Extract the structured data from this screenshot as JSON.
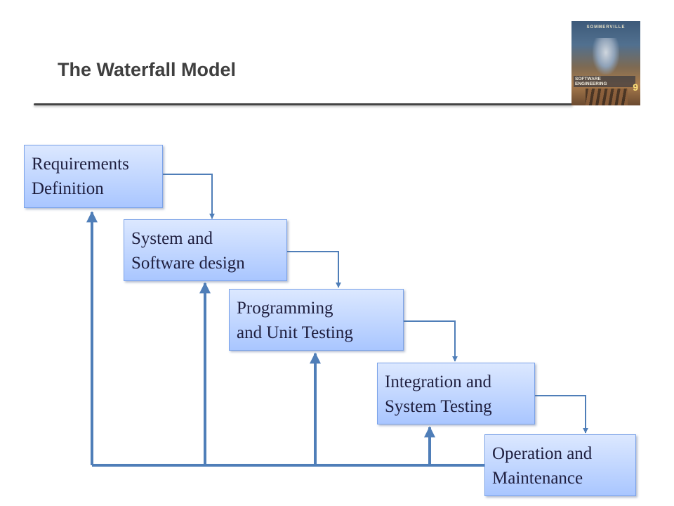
{
  "title": "The Waterfall Model",
  "cover": {
    "author": "SOMMERVILLE",
    "title": "SOFTWARE ENGINEERING",
    "edition": "9"
  },
  "phases": [
    {
      "line1": "Requirements",
      "line2": "Definition"
    },
    {
      "line1": "System and",
      "line2": "Software design"
    },
    {
      "line1": "Programming",
      "line2": "and Unit Testing"
    },
    {
      "line1": "Integration and",
      "line2": "System Testing"
    },
    {
      "line1": "Operation and",
      "line2": "Maintenance"
    }
  ],
  "colors": {
    "connector": "#4f7eb8",
    "box_top": "#dce8ff",
    "box_bottom": "#a9c6ff",
    "title": "#3f3f3f"
  }
}
